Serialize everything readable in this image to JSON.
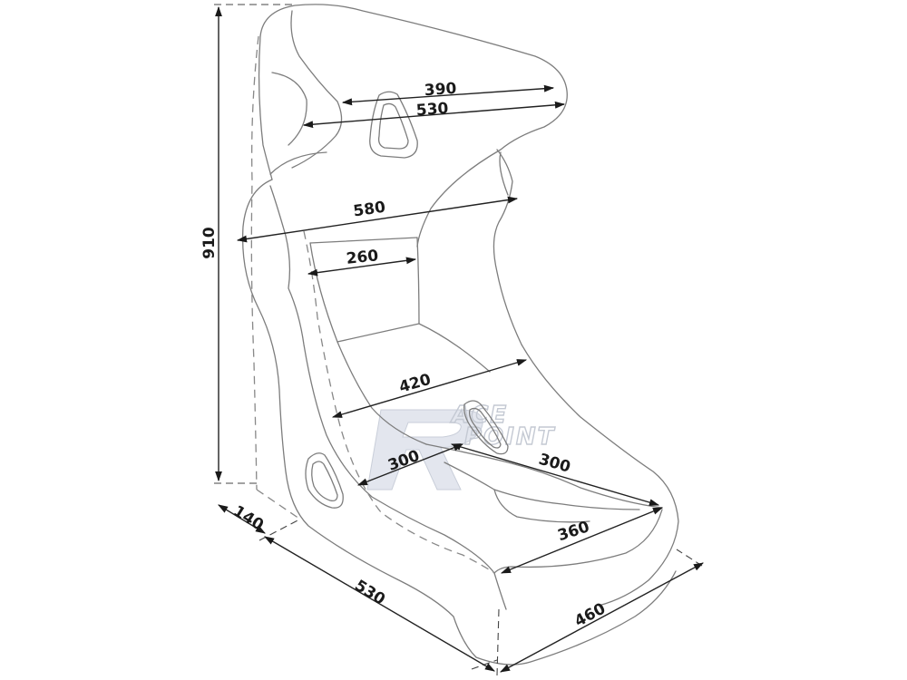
{
  "drawing": {
    "subject": "Bucket racing seat dimension drawing",
    "line_color": "#7d7d7d",
    "dimension_color": "#222222",
    "watermark_color": "#c9ced9"
  },
  "dimensions": {
    "head_inner": "390",
    "head_outer": "530",
    "shoulder": "580",
    "back_width": "260",
    "hip": "420",
    "seat_depth": "300",
    "seat_side": "300",
    "front_width": "360",
    "height": "910",
    "back_offset": "140",
    "depth": "530",
    "base_width": "460"
  },
  "watermark": {
    "text_top": "ACE",
    "text_bottom": "POINT"
  }
}
